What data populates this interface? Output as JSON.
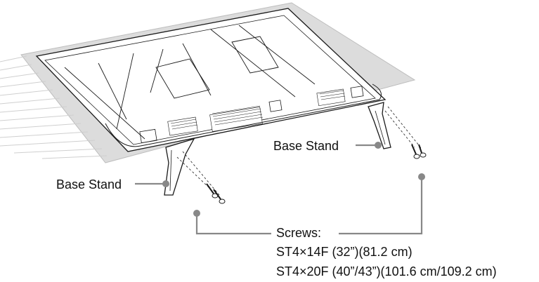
{
  "labels": {
    "base_stand_left": "Base Stand",
    "base_stand_right": "Base Stand",
    "screws_title": "Screws:",
    "screw_spec_1": "ST4×14F (32”)(81.2 cm)",
    "screw_spec_2": "ST4×20F (40”/43”)(101.6 cm/109.2 cm)"
  },
  "colors": {
    "line": "#1a1a1a",
    "callout": "#888888",
    "table_surface": "#dcdcdc",
    "tv_back": "#ffffff"
  },
  "icons": [
    "tv-back-panel",
    "base-stand",
    "screw",
    "callout-dot"
  ]
}
